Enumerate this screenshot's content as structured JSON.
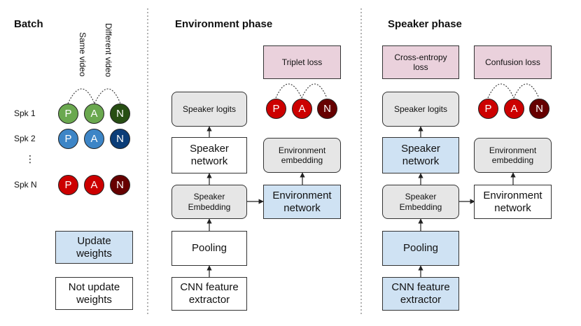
{
  "batch": {
    "title": "Batch",
    "same_video": "Same video",
    "different_video": "Different video",
    "speakers": [
      "Spk 1",
      "Spk 2",
      "Spk N"
    ],
    "ellipsis": "⋮",
    "letters": [
      "P",
      "A",
      "N"
    ],
    "legend": {
      "update": "Update weights",
      "not_update": "Not update weights"
    }
  },
  "env_phase": {
    "title": "Environment phase",
    "speaker_logits": "Speaker logits",
    "speaker_network": "Speaker network",
    "speaker_embedding": "Speaker Embedding",
    "pooling": "Pooling",
    "cnn": "CNN feature extractor",
    "triplet_loss": "Triplet loss",
    "env_embedding": "Environment embedding",
    "env_network": "Environment network",
    "letters": [
      "P",
      "A",
      "N"
    ]
  },
  "spk_phase": {
    "title": "Speaker phase",
    "ce_loss": "Cross-entropy loss",
    "confusion_loss": "Confusion loss",
    "speaker_logits": "Speaker logits",
    "speaker_network": "Speaker network",
    "speaker_embedding": "Speaker Embedding",
    "pooling": "Pooling",
    "cnn": "CNN feature extractor",
    "env_embedding": "Environment embedding",
    "env_network": "Environment network",
    "letters": [
      "P",
      "A",
      "N"
    ]
  },
  "colors": {
    "update_fill": "#cfe2f3",
    "embedding_fill": "#e6e6e6",
    "loss_fill": "#ead1dc",
    "positive_green": "#6aa84f",
    "negative_green": "#274e13",
    "positive_blue": "#3d85c6",
    "negative_blue": "#0b3d78",
    "positive_red": "#cc0000",
    "negative_red": "#660000"
  }
}
